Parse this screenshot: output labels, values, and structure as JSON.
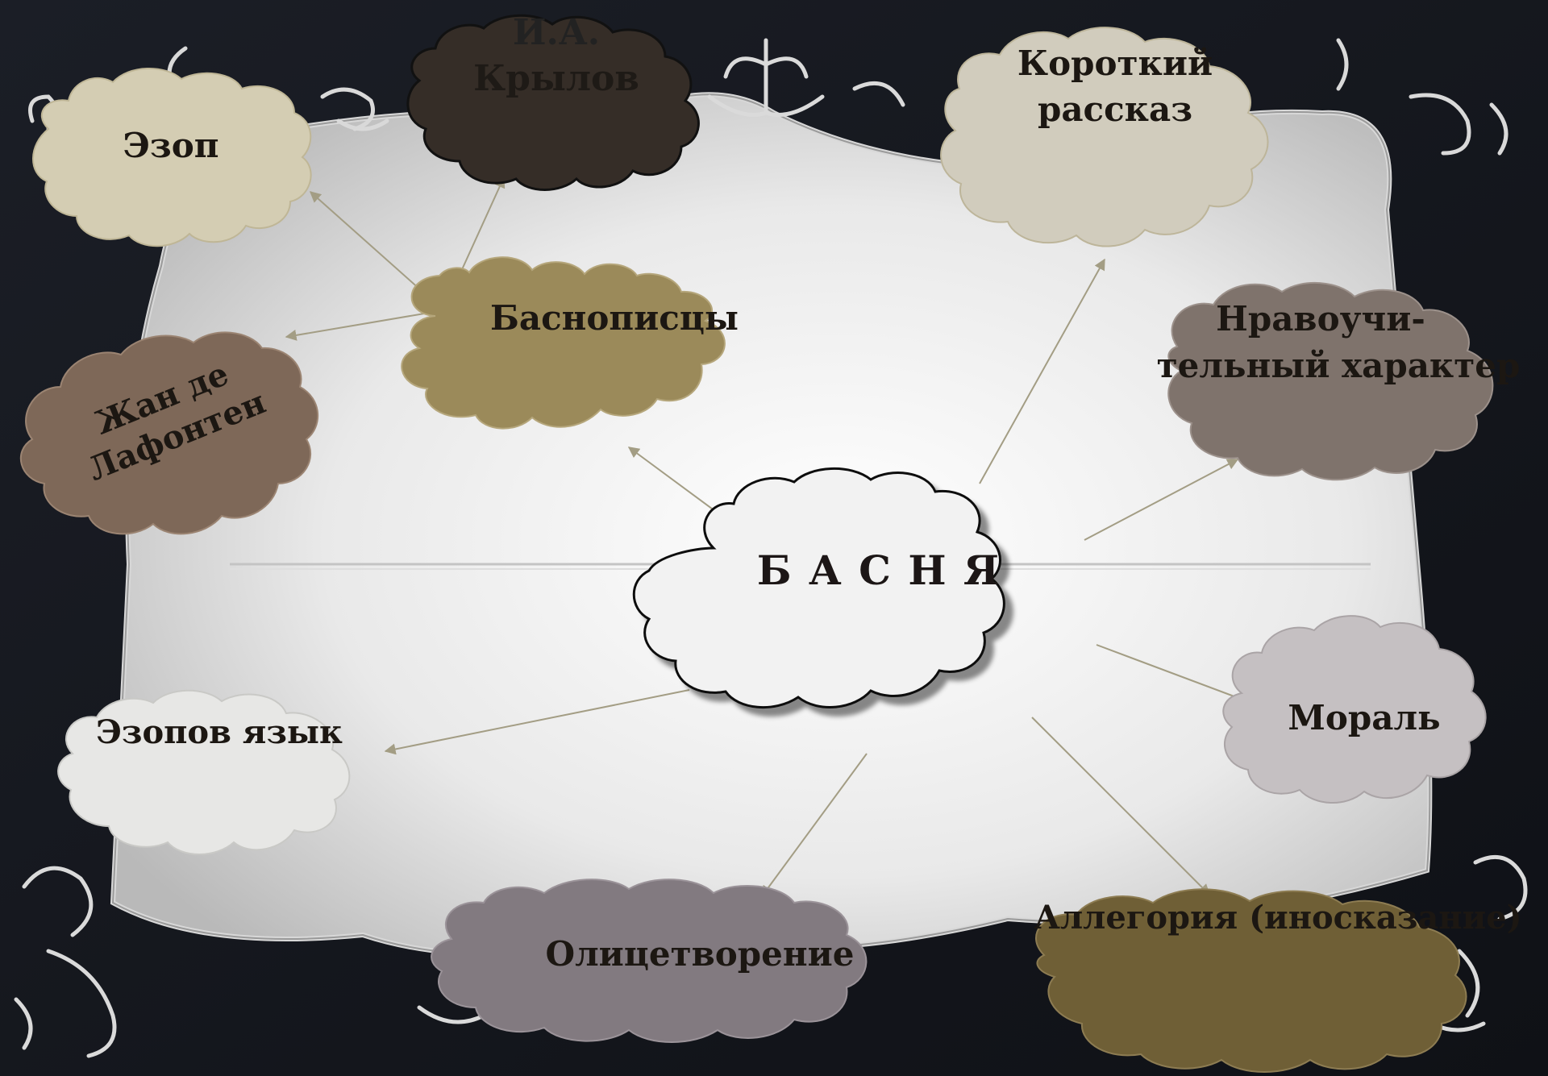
{
  "center": {
    "label": "Б А С Н Я"
  },
  "clouds": {
    "fabulists": {
      "label": "Баснописцы",
      "color": "#9b8a5a"
    },
    "aesop": {
      "label": "Эзоп",
      "color": "#d4cdb3"
    },
    "krylov": {
      "lines": [
        "И.А.",
        "Крылов"
      ],
      "color": "#352d27"
    },
    "lafontaine": {
      "lines": [
        "Жан де",
        "Лафонтен"
      ],
      "color": "#7e6858"
    },
    "short_story": {
      "lines": [
        "Короткий",
        "рассказ"
      ],
      "color": "#d1ccbd"
    },
    "moralizing": {
      "lines": [
        "Нравоучи-",
        "тельный характер"
      ],
      "color": "#7f736c"
    },
    "moral": {
      "label": "Мораль",
      "color": "#c5c0c2"
    },
    "aesopian": {
      "label": "Эзопов язык",
      "color": "#e7e7e5"
    },
    "personification": {
      "label": "Олицетворение",
      "color": "#827a80"
    },
    "allegory": {
      "label": "Аллегория (иносказание)",
      "color": "#6f5f36"
    }
  },
  "colors": {
    "arrow": "#a39d84",
    "frame": "#eeeeee",
    "background": "#15171d"
  }
}
